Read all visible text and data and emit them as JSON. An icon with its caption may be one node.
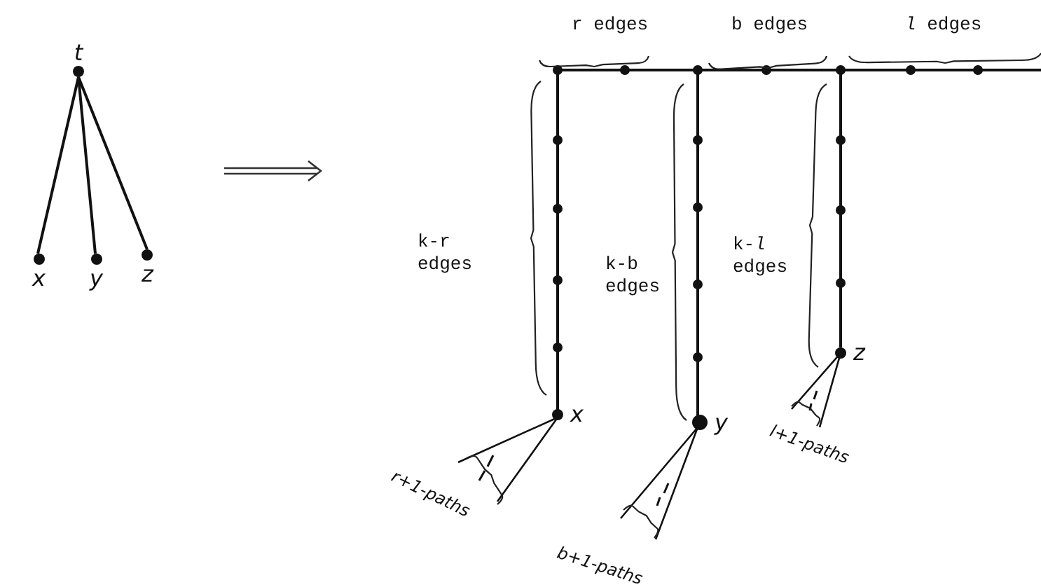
{
  "diagram": {
    "nodes": [
      {
        "text": [
          "t"
        ]
      },
      {
        "text": [
          "x"
        ]
      },
      {
        "text": [
          "y"
        ]
      },
      {
        "text": [
          "z"
        ]
      },
      {
        "text": [
          "x"
        ]
      },
      {
        "text": [
          "y"
        ]
      },
      {
        "text": [
          "z"
        ]
      }
    ],
    "edges": [
      {
        "from": 0,
        "to": 1,
        "arrow": "none"
      },
      {
        "from": 0,
        "to": 2,
        "arrow": "none"
      },
      {
        "from": 0,
        "to": 3,
        "arrow": "none"
      }
    ],
    "labels": [
      "r edges",
      "b edges",
      "*l* edges",
      "k-r edges",
      "k-b edges",
      "k-*l* edges",
      "r+1-paths",
      "b+1-paths",
      "l+1-paths"
    ]
  }
}
